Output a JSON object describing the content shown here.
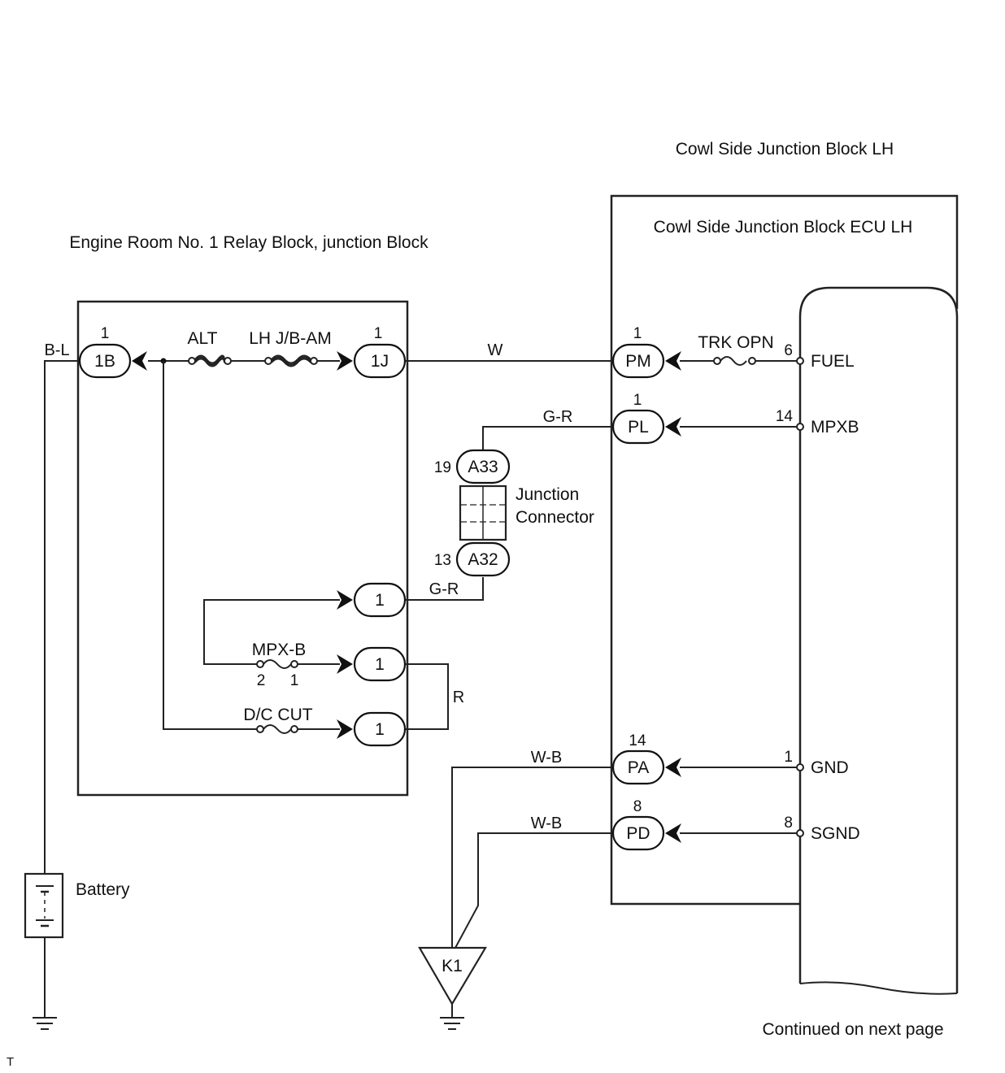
{
  "titles": {
    "cowl_jb": "Cowl Side Junction Block LH",
    "cowl_ecu": "Cowl Side Junction Block ECU LH",
    "engine_room": "Engine Room No. 1 Relay Block, junction Block",
    "continued": "Continued on next page",
    "corner_mark": "T"
  },
  "wires": {
    "bl": "B-L",
    "w": "W",
    "gr_top": "G-R",
    "gr_bottom": "G-R",
    "r": "R",
    "wb_top": "W-B",
    "wb_bottom": "W-B"
  },
  "fuses": {
    "alt": "ALT",
    "lhjb": "LH J/B-AM",
    "trk": "TRK OPN",
    "mpxb": "MPX-B",
    "dc": "D/C CUT",
    "mpxb_pin_left": "2",
    "mpxb_pin_right": "1"
  },
  "connectors": {
    "c1b": {
      "label": "1B",
      "pin": "1"
    },
    "c1j": {
      "label": "1J",
      "pin": "1"
    },
    "pm": {
      "label": "PM",
      "pin": "1"
    },
    "pl": {
      "label": "PL",
      "pin": "1"
    },
    "pa": {
      "label": "PA",
      "pin": "14"
    },
    "pd": {
      "label": "PD",
      "pin": "8"
    },
    "a33": {
      "label": "A33",
      "pin": "19"
    },
    "a32": {
      "label": "A32",
      "pin": "13"
    },
    "r1": {
      "label": "1"
    },
    "r2": {
      "label": "1"
    },
    "r3": {
      "label": "1"
    },
    "k1": {
      "label": "K1"
    }
  },
  "ecu_pins": {
    "fuel": {
      "num": "6",
      "name": "FUEL"
    },
    "mpxb": {
      "num": "14",
      "name": "MPXB"
    },
    "gnd": {
      "num": "1",
      "name": "GND"
    },
    "sgnd": {
      "num": "8",
      "name": "SGND"
    }
  },
  "components": {
    "junction_line1": "Junction",
    "junction_line2": "Connector",
    "battery": "Battery"
  }
}
